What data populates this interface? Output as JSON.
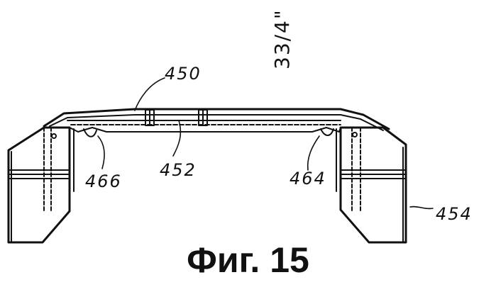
{
  "figure": {
    "caption": "Фиг. 15",
    "dimension": "33/4\"",
    "labels": {
      "ref_450": "450",
      "ref_452": "452",
      "ref_454": "454",
      "ref_464": "464",
      "ref_466": "466"
    }
  }
}
